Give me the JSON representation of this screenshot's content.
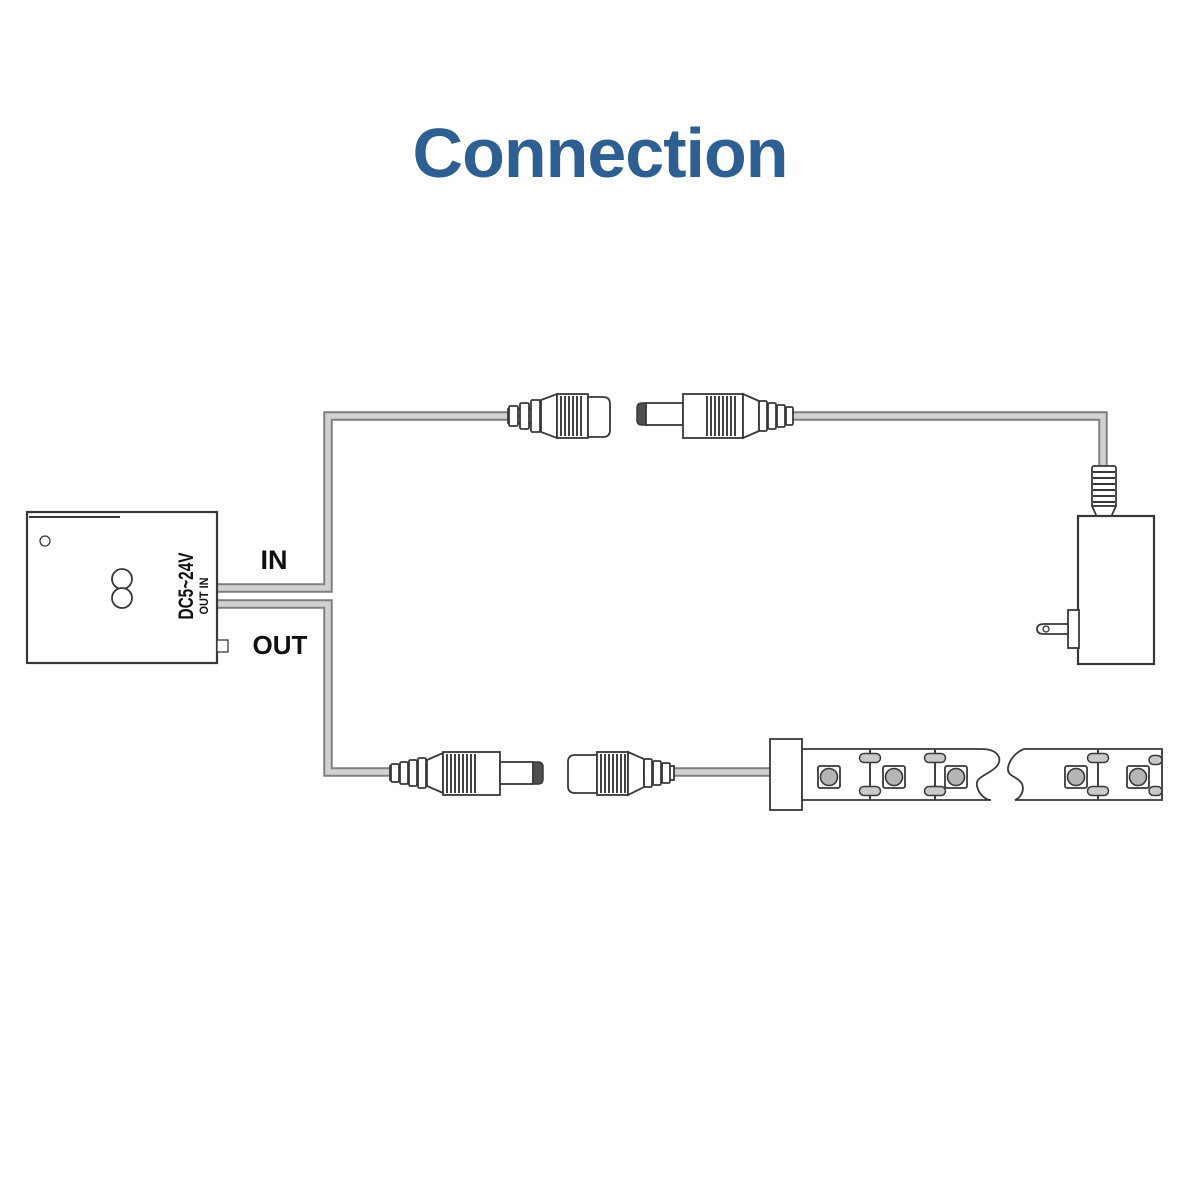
{
  "title": "Connection",
  "controller": {
    "voltage_label": "DC5~24V",
    "ports_label": "OUT IN"
  },
  "labels": {
    "in": "IN",
    "out": "OUT"
  },
  "colors": {
    "title": "#2e5f93",
    "outline": "#383838",
    "wire_outer": "#7f7f7f",
    "wire_inner": "#d2d2d2",
    "dark_tip": "#4f4f4f",
    "led_fill": "#b5b5b5",
    "pad_fill": "#c9c9c9"
  }
}
